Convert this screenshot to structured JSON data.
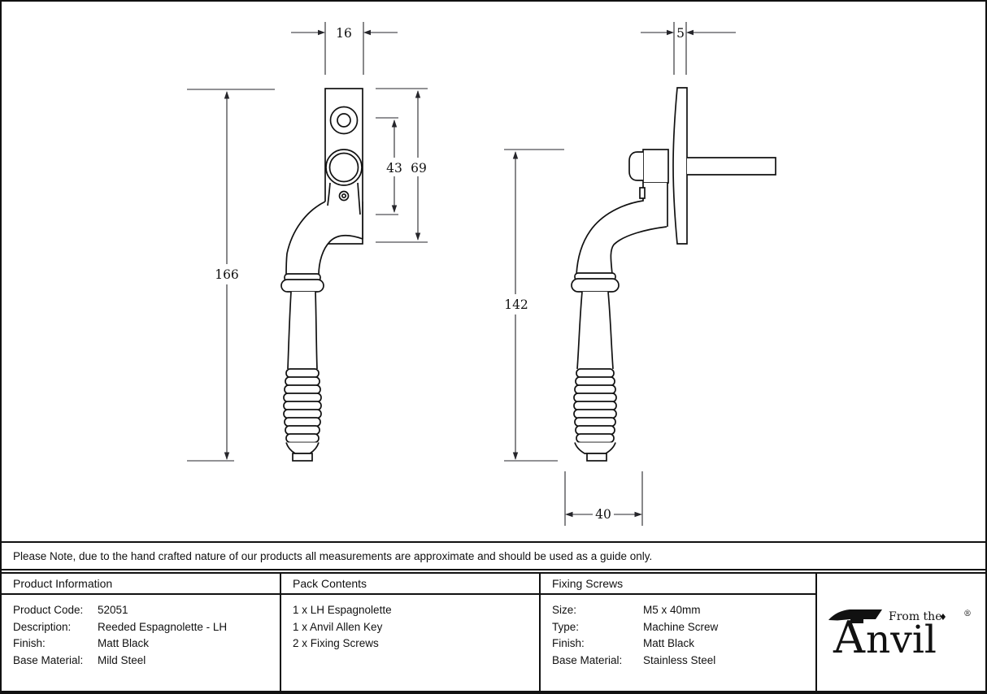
{
  "drawing": {
    "front_view": {
      "dims": {
        "plate_width": "16",
        "hole_spacing": "43",
        "plate_height": "69",
        "overall_height": "166"
      }
    },
    "side_view": {
      "dims": {
        "plate_thickness": "5",
        "handle_height": "142",
        "handle_depth": "40"
      }
    }
  },
  "note": {
    "text": "Please Note, due to the hand crafted nature of our products all measurements are approximate and should be used as a guide only."
  },
  "table": {
    "product_information": {
      "header": "Product Information",
      "rows": [
        {
          "label": "Product Code:",
          "value": "52051"
        },
        {
          "label": "Description:",
          "value": "Reeded Espagnolette - LH"
        },
        {
          "label": "Finish:",
          "value": "Matt Black"
        },
        {
          "label": "Base Material:",
          "value": "Mild Steel"
        }
      ]
    },
    "pack_contents": {
      "header": "Pack Contents",
      "items": [
        "1 x LH Espagnolette",
        "1 x Anvil Allen Key",
        "2 x Fixing Screws"
      ]
    },
    "fixing_screws": {
      "header": "Fixing Screws",
      "rows": [
        {
          "label": "Size:",
          "value": "M5 x 40mm"
        },
        {
          "label": "Type:",
          "value": "Machine Screw"
        },
        {
          "label": "Finish:",
          "value": "Matt Black"
        },
        {
          "label": "Base Material:",
          "value": "Stainless Steel"
        }
      ]
    }
  },
  "logo": {
    "tagline": "From the",
    "diamond": "♦",
    "name_initial": "A",
    "name_rest": "nvil",
    "registered": "®"
  },
  "colors": {
    "line": "#111111",
    "dimension_line": "#26262b",
    "background": "#ffffff"
  }
}
